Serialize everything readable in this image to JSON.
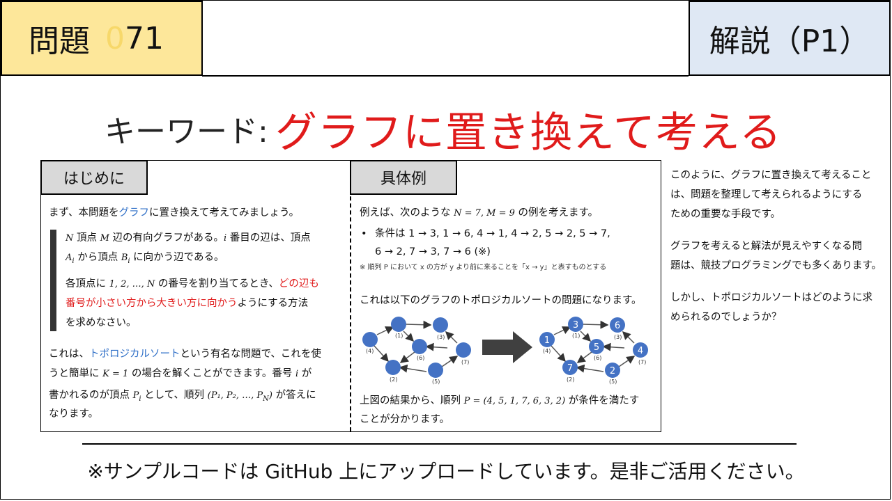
{
  "header": {
    "problem_prefix": "問題",
    "problem_zero": "0",
    "problem_rest": "71",
    "page_label": "解説（P1）"
  },
  "keyword": {
    "label": "キーワード:",
    "text": "グラフに置き換えて考える"
  },
  "intro": {
    "tab": "はじめに",
    "line1_a": "まず、本問題を",
    "line1_link": "グラフ",
    "line1_b": "に置き換えて考えてみましょう。",
    "q1_a": "N",
    "q1_b": " 頂点 ",
    "q1_c": "M",
    "q1_d": " 辺の有向グラフがある。",
    "q1_e": "i",
    "q1_f": " 番目の辺は、頂点",
    "q2_a": "A",
    "q2_a_sub": "i",
    "q2_b": " から頂点 ",
    "q2_c": "B",
    "q2_c_sub": "i",
    "q2_d": " に向かう辺である。",
    "q3_a": "各頂点に ",
    "q3_m": "1, 2, …, N",
    "q3_b": " の番号を割り当てるとき、",
    "q3_red": "どの辺も",
    "q4_red": "番号が小さい方から大きい方に向かう",
    "q4_b": "ようにする方法",
    "q5": "を求めなさい。",
    "p1_a": "これは、",
    "p1_link": "トポロジカルソート",
    "p1_b": "という有名な問題で、これを使",
    "p2_a": "うと簡単に ",
    "p2_m": "K = 1",
    "p2_b": " の場合を解くことができます。番号 ",
    "p2_i": "i",
    "p2_c": " が",
    "p3_a": "書かれるのが頂点 ",
    "p3_P": "P",
    "p3_Psub": "i",
    "p3_b": " として、順列 ",
    "p3_m": "(P₁, P₂, …, P",
    "p3_mN": "N",
    "p3_m2": ")",
    "p3_c": " が答えに",
    "p4": "なります。"
  },
  "example": {
    "tab": "具体例",
    "line1_a": "例えば、次のような ",
    "line1_m": "N = 7, M = 9",
    "line1_b": " の例を考えます。",
    "bullet": "•",
    "cond1": "条件は 1 → 3, 1 → 6, 4 → 1, 4 → 2, 5 → 2, 5 → 7,",
    "cond2": "6 → 2, 7 → 3, 7 → 6 (※)",
    "note": "※ 順列 P において x の方が y より前に来ることを「x → y」と表すものとする",
    "line2": "これは以下のグラフのトポロジカルソートの問題になります。",
    "res1_a": "上図の結果から、順列 ",
    "res1_m": "P = (4, 5, 1, 7, 6, 3, 2)",
    "res1_b": " が条件を満たす",
    "res2": "ことが分かります。"
  },
  "graph_left": {
    "labels": [
      "(1)",
      "(2)",
      "(3)",
      "(4)",
      "(5)",
      "(6)",
      "(7)"
    ]
  },
  "graph_right": {
    "labels": [
      "(1)",
      "(2)",
      "(3)",
      "(4)",
      "(5)",
      "(6)",
      "(7)"
    ],
    "numbers": [
      "3",
      "7",
      "6",
      "1",
      "2",
      "5",
      "4"
    ]
  },
  "side": {
    "l1": "このように、グラフに置き換えて考えること",
    "l2": "は、問題を整理して考えられるようにする",
    "l3": "ための重要な手段です。",
    "l4": "グラフを考えると解法が見えやすくなる問",
    "l5": "題は、競技プログラミングでも多くあります。",
    "l6": "しかし、トポロジカルソートはどのように求",
    "l7": "められるのでしょうか？"
  },
  "footer": {
    "text": "※サンプルコードは GitHub 上にアップロードしています。是非ご活用ください。"
  },
  "colors": {
    "problem_tag": "#fde79a",
    "page_tag": "#dfe8f4",
    "keyword_red": "#e01b1b",
    "link_blue": "#2f6fc7",
    "node_blue": "#4472c4"
  }
}
